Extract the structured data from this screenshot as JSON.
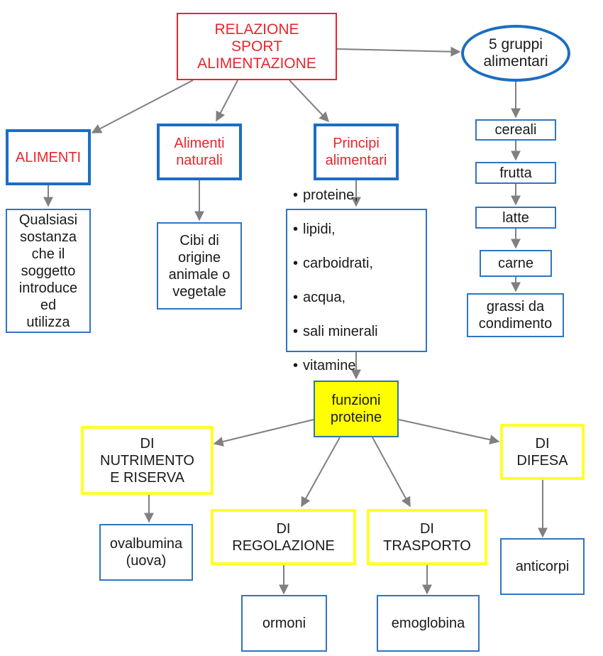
{
  "title": "RELAZIONE\nSPORT\nALIMENTAZIONE",
  "colors": {
    "title_red": "#e8262d",
    "blue_border": "#1b6ec2",
    "yellow_border": "#ffff29",
    "yellow_fill": "#ffff00",
    "arrow_gray": "#808080"
  },
  "food_groups": {
    "label": "5 gruppi\nalimentari",
    "items": [
      "cereali",
      "frutta",
      "latte",
      "carne",
      "grassi da\ncondimento"
    ]
  },
  "categories": {
    "alimenti": {
      "label": "ALIMENTI",
      "description": "Qualsiasi\nsostanza\nche il\nsoggetto\nintroduce\ned\nutilizza"
    },
    "alimenti_naturali": {
      "label": "Alimenti\nnaturali",
      "description": "Cibi di\norigine\nanimale o\nvegetale"
    },
    "principi_alimentari": {
      "label": "Principi\nalimentari",
      "items": [
        "proteine,",
        "lipidi,",
        "carboidrati,",
        "acqua,",
        "sali minerali",
        "vitamine"
      ]
    }
  },
  "protein_functions": {
    "label": "funzioni\nproteine",
    "functions": [
      {
        "label": "DI\nNUTRIMENTO\nE RISERVA",
        "example": "ovalbumina\n(uova)"
      },
      {
        "label": "DI\nREGOLAZIONE",
        "example": "ormoni"
      },
      {
        "label": "DI\nTRASPORTO",
        "example": "emoglobina"
      },
      {
        "label": "DI\nDIFESA",
        "example": "anticorpi"
      }
    ]
  }
}
